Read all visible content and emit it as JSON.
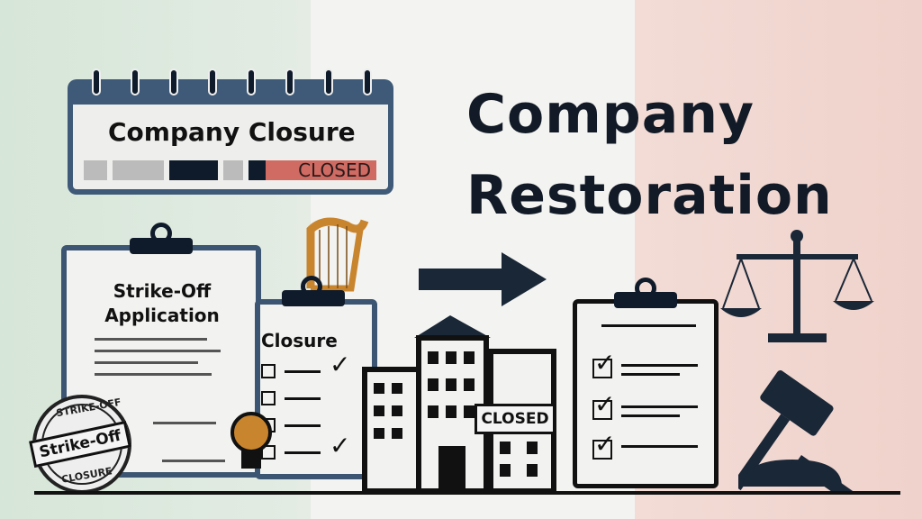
{
  "calendar": {
    "title": "Company Closure",
    "status_tag": "CLOSED"
  },
  "headline": {
    "line1": "Company",
    "line2": "Restoration"
  },
  "application_clipboard": {
    "title": "Strike-Off Application"
  },
  "closure_clipboard": {
    "title": "Closure"
  },
  "building_sign": {
    "label": "CLOSED"
  },
  "stamp": {
    "band_text": "Strike-Off",
    "ring_top": "STRIKE-OFF",
    "ring_bottom": "CLOSURE"
  },
  "colors": {
    "navy": "#3b5572",
    "dark": "#0f1b2a",
    "closed_red": "#cf6b63",
    "harp_orange": "#c9852e",
    "green": "#d6e6d8",
    "red": "#efd2cb"
  }
}
